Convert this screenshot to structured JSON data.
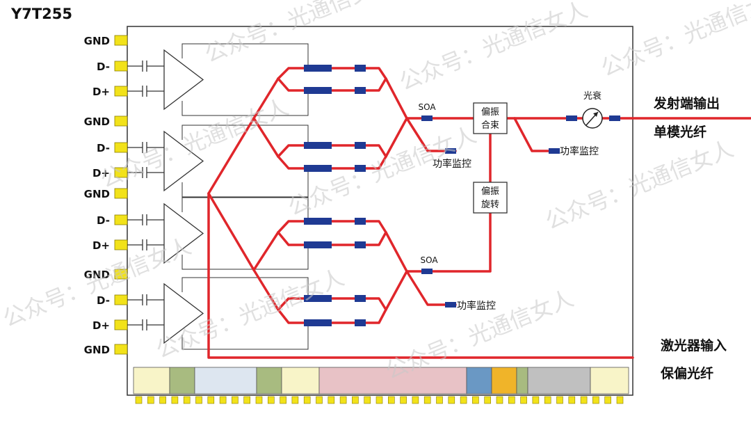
{
  "title": "Y7T255",
  "pins": [
    "GND",
    "D-",
    "D+",
    "GND",
    "D-",
    "D+",
    "GND",
    "D-",
    "D+",
    "GND",
    "D-",
    "D+",
    "GND"
  ],
  "labels": {
    "soa_top": "SOA",
    "soa_bottom": "SOA",
    "pbc_line1": "偏振",
    "pbc_line2": "合束",
    "rot_line1": "偏振",
    "rot_line2": "旋转",
    "attenuator": "光衰",
    "monitor_top": "功率监控",
    "monitor_bottom": "功率监控",
    "monitor_right": "功率监控"
  },
  "outputs": {
    "tx_line1": "发射端输出",
    "tx_line2": "单模光纤",
    "laser_line1": "激光器输入",
    "laser_line2": "保偏光纤"
  },
  "colors": {
    "waveguide": "#e0262b",
    "modulator": "#1f3a93",
    "pin_pad": "#f2e21a",
    "strip": [
      "#f8f4c8",
      "#a8bb80",
      "#dde6f0",
      "#a8bb80",
      "#f8f4c8",
      "#e8c2c6",
      "#6a98c4",
      "#f0b429",
      "#a8bb80",
      "#c0c0c0",
      "#f8f4c8"
    ]
  },
  "watermark": "公众号：光通信女人"
}
